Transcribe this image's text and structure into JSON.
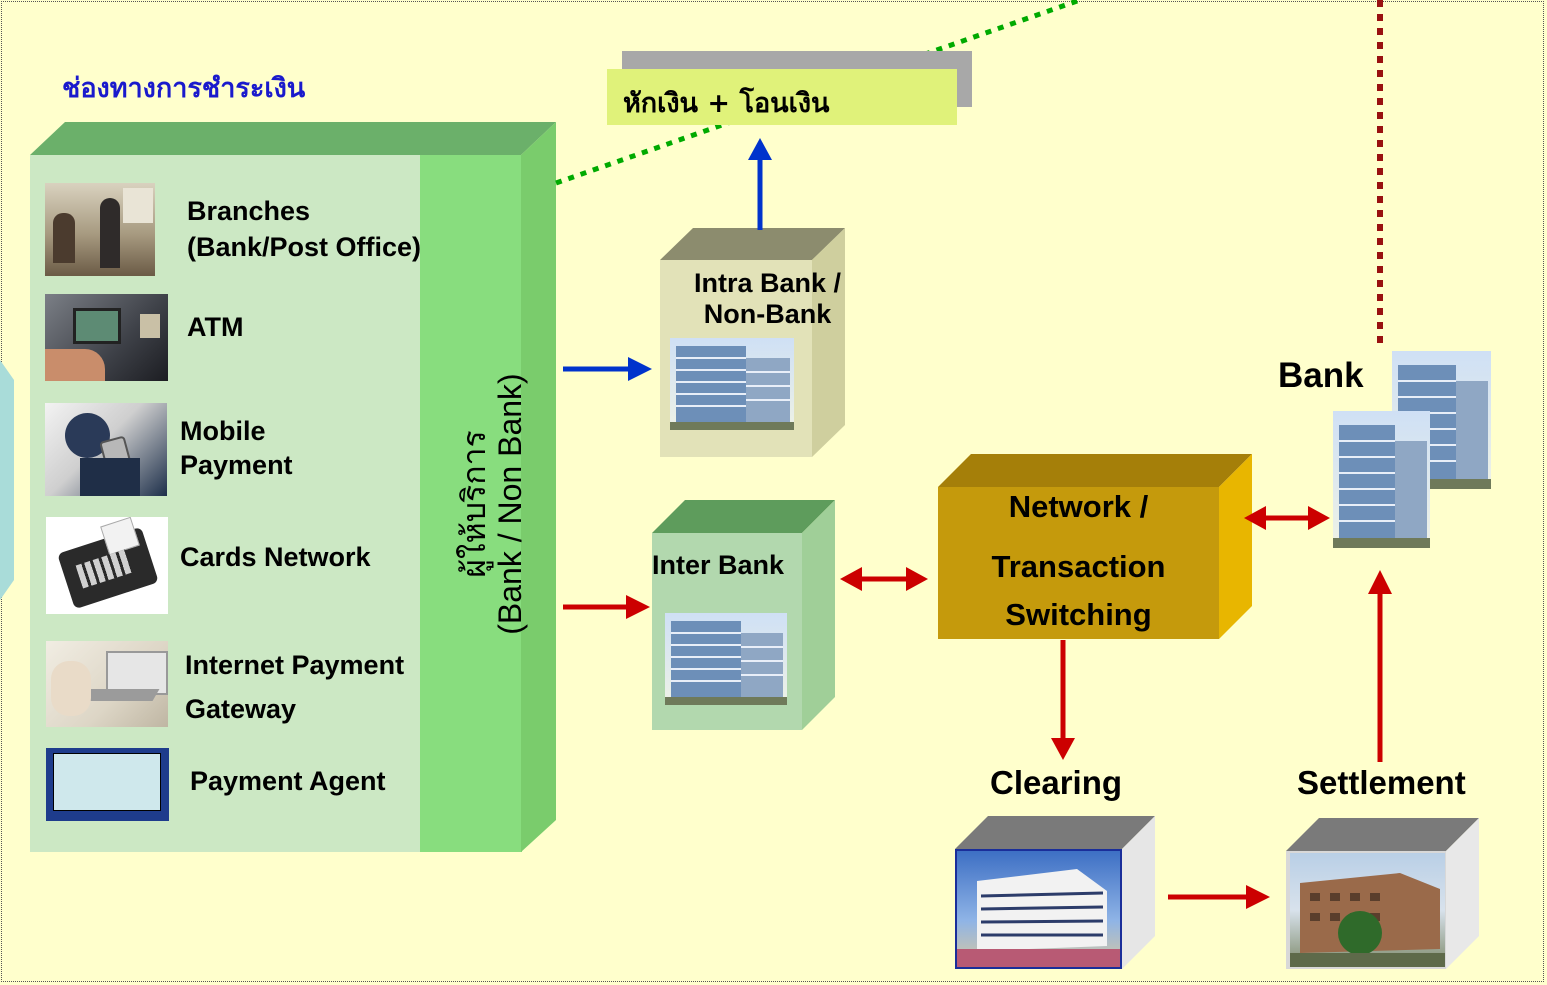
{
  "diagram": {
    "title": "ช่องทางการชำระเงิน",
    "deduct_transfer_label": "หักเงิน + โอนเงิน",
    "provider_label_line1": "ผู้ให้บริการ",
    "provider_label_line2": "(Bank / Non Bank)",
    "channels": [
      {
        "label_line1": "Branches",
        "label_line2": "(Bank/Post Office)",
        "icon": "branch-office-photo"
      },
      {
        "label_line1": "ATM",
        "label_line2": "",
        "icon": "atm-photo"
      },
      {
        "label_line1": "Mobile",
        "label_line2": "Payment",
        "icon": "mobile-phone-photo"
      },
      {
        "label_line1": "Cards Network",
        "label_line2": "",
        "icon": "card-terminal-photo"
      },
      {
        "label_line1": "Internet Payment",
        "label_line2": "Gateway",
        "icon": "laptop-photo"
      },
      {
        "label_line1": "Payment Agent",
        "label_line2": "",
        "icon": "agent-screen-photo"
      }
    ],
    "intra_bank": {
      "line1": "Intra Bank /",
      "line2": "Non-Bank"
    },
    "inter_bank": "Inter Bank",
    "network": {
      "line1": "Network /",
      "line2": "Transaction",
      "line3": "Switching"
    },
    "bank": "Bank",
    "clearing": "Clearing",
    "settlement": "Settlement"
  },
  "colors": {
    "background": "#ffffcc",
    "channel_box": "#cce8c4",
    "provider_strip": "#88dd7e",
    "network_box": "#c59a0c",
    "red_arrow": "#cc0000",
    "blue_arrow": "#0033cc",
    "green_dotted_line": "#00aa00",
    "maroon_dotted_line": "#991111",
    "heading_blue": "#1a1acc"
  }
}
